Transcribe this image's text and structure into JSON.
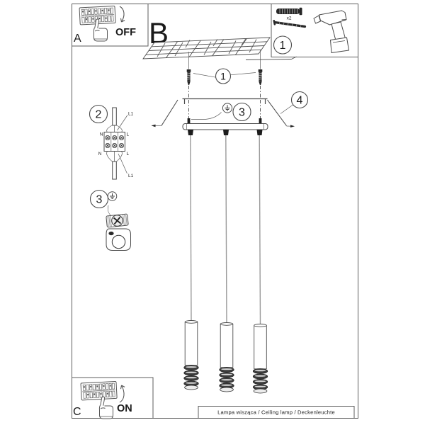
{
  "caption": {
    "product": "Lampa wisząca / Ceiling lamp / Deckenleuchte"
  },
  "steps": {
    "a": {
      "label": "A",
      "state": "OFF"
    },
    "b": {
      "label": "B"
    },
    "c": {
      "label": "C",
      "state": "ON"
    }
  },
  "toolbox": {
    "callout": "1",
    "dowel_quantity": "x2"
  },
  "callouts": {
    "mounting_screws": "1",
    "wiring_diagram": "2",
    "ground_wire": "3",
    "ground_terminal_detail": "3",
    "canopy": "4"
  },
  "wiring": {
    "top_left": "N",
    "top_right": "L",
    "bottom_left": "N",
    "bottom_right": "L",
    "live_top": "L1",
    "live_bottom": "L1"
  },
  "ink_color": "#4a4a4a"
}
